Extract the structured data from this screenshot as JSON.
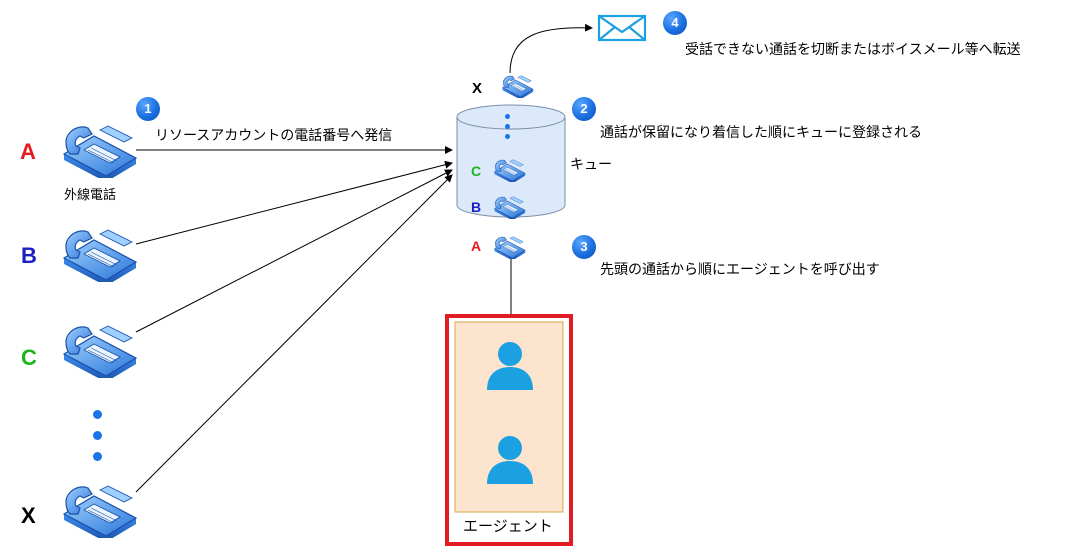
{
  "callers": {
    "a_letter": "A",
    "b_letter": "B",
    "c_letter": "C",
    "x_letter": "X",
    "external_phone_label": "外線電話"
  },
  "queue": {
    "label": "キュー",
    "x_letter": "X",
    "c_letter": "C",
    "b_letter": "B",
    "a_letter": "A"
  },
  "steps": [
    {
      "number": "1",
      "text": "リソースアカウントの電話番号へ発信"
    },
    {
      "number": "2",
      "text": "通話が保留になり着信した順にキューに登録される"
    },
    {
      "number": "3",
      "text": "先頭の通話から順にエージェントを呼び出す"
    },
    {
      "number": "4",
      "text": "受話できない通話を切断またはボイスメール等へ転送"
    }
  ],
  "agents": {
    "label": "エージェント"
  },
  "colors": {
    "a": "#e8191f",
    "b": "#1b1fc4",
    "c": "#19b51c",
    "x": "#000000",
    "agent_box_border": "#e01b24",
    "agent_box_fill": "#fde4cf",
    "queue_fill": "#dce9fb",
    "badge": "#1a6fe0",
    "person_icon": "#1ba1e2",
    "mail_icon": "#1ba1e2"
  },
  "icons": [
    "telephone-icon",
    "mail-envelope-icon",
    "person-icon",
    "database-cylinder"
  ]
}
